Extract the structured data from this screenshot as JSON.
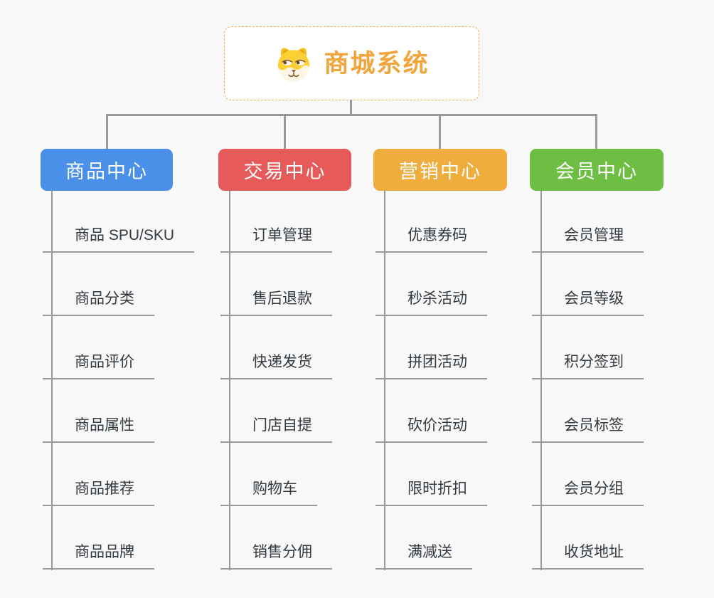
{
  "page": {
    "background": "#f8f8f8"
  },
  "connector_color": "#999999",
  "root": {
    "title": "商城系统",
    "icon": "dog-icon",
    "title_color": "#f0a63c",
    "border_color": "#f2ac50",
    "background": "#ffffff"
  },
  "branches": [
    {
      "label": "商品中心",
      "color": "#4a90e8",
      "items": [
        "商品 SPU/SKU",
        "商品分类",
        "商品评价",
        "商品属性",
        "商品推荐",
        "商品品牌"
      ]
    },
    {
      "label": "交易中心",
      "color": "#e75a5a",
      "items": [
        "订单管理",
        "售后退款",
        "快递发货",
        "门店自提",
        "购物车",
        "销售分佣"
      ]
    },
    {
      "label": "营销中心",
      "color": "#efad3e",
      "items": [
        "优惠券码",
        "秒杀活动",
        "拼团活动",
        "砍价活动",
        "限时折扣",
        "满减送"
      ]
    },
    {
      "label": "会员中心",
      "color": "#6fbe44",
      "items": [
        "会员管理",
        "会员等级",
        "积分签到",
        "会员标签",
        "会员分组",
        "收货地址"
      ]
    }
  ]
}
